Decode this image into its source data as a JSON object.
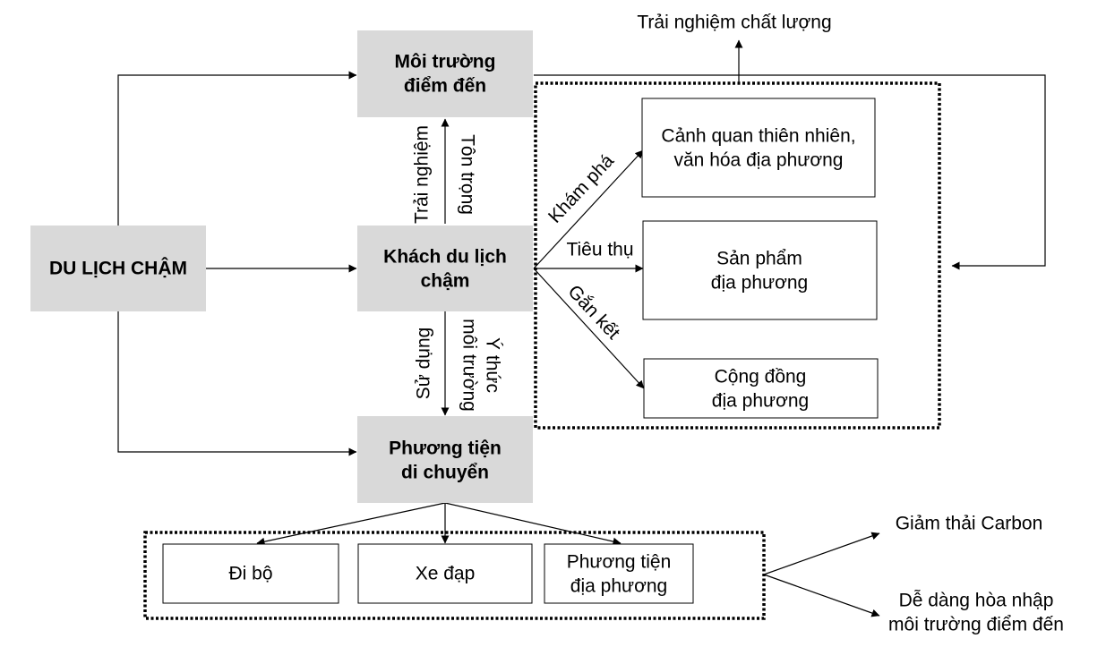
{
  "nodes": {
    "slow_tourism": "DU LỊCH CHẬM",
    "destination_env": [
      "Môi trường",
      "điểm đến"
    ],
    "slow_tourist": [
      "Khách du lịch",
      "chậm"
    ],
    "transport": [
      "Phương tiện",
      "di chuyển"
    ],
    "landscape": [
      "Cảnh quan thiên nhiên,",
      "văn hóa địa phương"
    ],
    "local_products": [
      "Sản phẩm",
      "địa phương"
    ],
    "local_community": [
      "Cộng đồng",
      "địa phương"
    ],
    "walking": "Đi bộ",
    "bicycle": "Xe đạp",
    "local_transport": [
      "Phương tiện",
      "địa phương"
    ]
  },
  "edge_labels": {
    "experience": "Trải nghiệm",
    "respect": "Tôn trọng",
    "use": "Sử dụng",
    "env_awareness": [
      "Ý thức",
      "môi trường"
    ],
    "explore": "Khám phá",
    "consume": "Tiêu thụ",
    "bond": "Gắn kết"
  },
  "outcomes": {
    "quality_experience": "Trải nghiệm chất lượng",
    "carbon_reduction": "Giảm thải Carbon",
    "integration": [
      "Dễ dàng hòa nhập",
      "môi trường điểm đến"
    ]
  },
  "colors": {
    "gray_box": "#d9d9d9",
    "stroke": "#000000"
  }
}
